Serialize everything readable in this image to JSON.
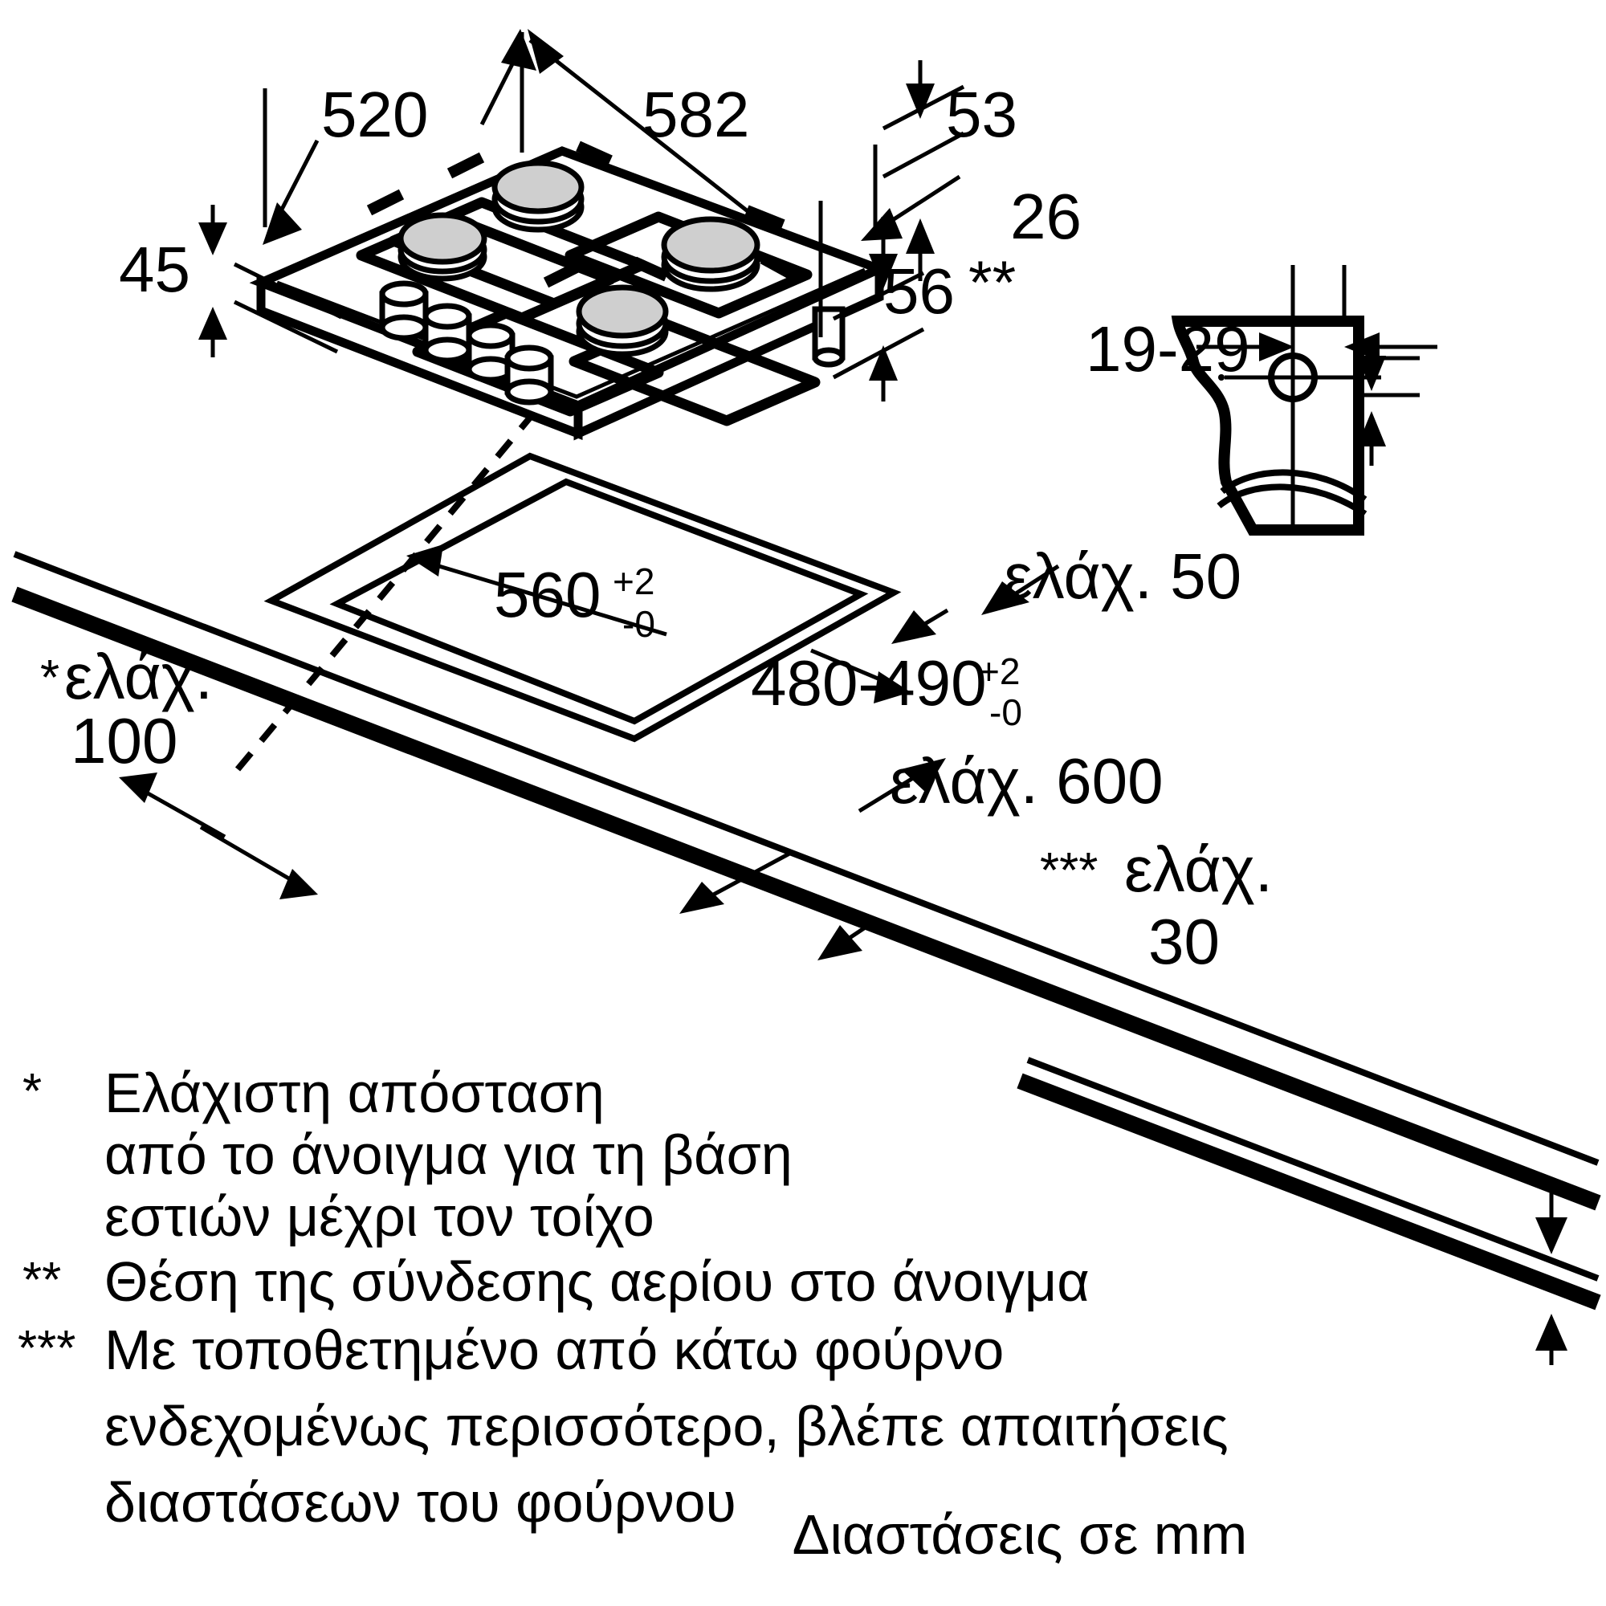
{
  "diagram": {
    "title": "Gas hob installation dimension drawing",
    "units_note": "Διαστάσεις σε mm"
  },
  "dimensions": {
    "hob_depth": "520",
    "hob_width": "582",
    "frame_height_right": "53",
    "frame_height_left": "45",
    "under_depth": "56",
    "gas_conn_offset": "26",
    "gas_conn_range": "19-29",
    "cutout_width": "560",
    "cutout_tol_plus": "+2",
    "cutout_tol_minus": "-0",
    "cutout_depth": "480-490",
    "cutout_depth_tol_plus": "+2",
    "cutout_depth_tol_minus": "-0",
    "min_rear_label": "ελάχ. 50",
    "min_worktop_depth": "ελάχ. 600",
    "min_wall_distance": "ελάχ.",
    "min_wall_distance_value": "100",
    "min_wall_distance_mark": "*",
    "min_below_label": "ελάχ.",
    "min_below_value": "30",
    "min_below_mark": "***",
    "gas_conn_mark": "**"
  },
  "footnotes": [
    {
      "mark": "*",
      "lines": [
        "Ελάχιστη απόσταση",
        "από το άνοιγμα για τη βάση",
        "εστιών μέχρι τον τοίχο"
      ]
    },
    {
      "mark": "**",
      "lines": [
        "Θέση της σύνδεσης αερίου στο άνοιγμα"
      ]
    },
    {
      "mark": "***",
      "lines": [
        "Με τοποθετημένο από κάτω φούρνο",
        "ενδεχομένως περισσότερο, βλέπε απαιτήσεις",
        "διαστάσεων του φούρνου"
      ]
    }
  ],
  "units_label": "Διαστάσεις σε mm",
  "colors": {
    "line": "#000000",
    "burner_cap": "#cfcfcf",
    "background": "#ffffff"
  }
}
